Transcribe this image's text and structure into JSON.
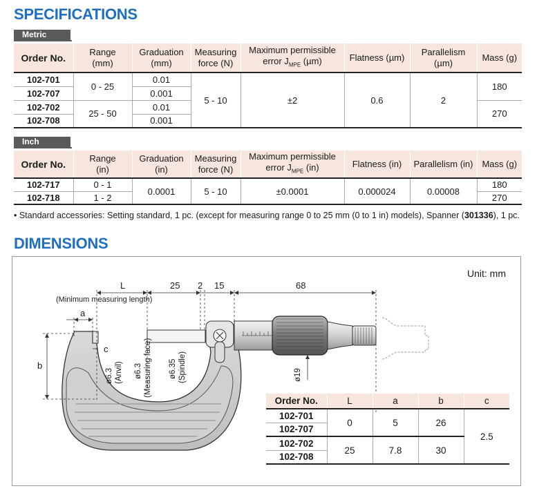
{
  "specifications": {
    "heading": "SPECIFICATIONS",
    "metric": {
      "tab_label": "Metric",
      "headers": {
        "order_no": "Order No.",
        "range": [
          "Range",
          "(mm)"
        ],
        "graduation": [
          "Graduation",
          "(mm)"
        ],
        "force": [
          "Measuring",
          "force (N)"
        ],
        "mpe": [
          "Maximum permissible",
          "error J",
          "MPE",
          " (µm)"
        ],
        "flatness": "Flatness (µm)",
        "parallelism": "Parallelism (µm)",
        "mass": "Mass (g)"
      },
      "rows": [
        {
          "order": "102-701",
          "graduation": "0.01"
        },
        {
          "order": "102-707",
          "graduation": "0.001"
        },
        {
          "order": "102-702",
          "graduation": "0.01"
        },
        {
          "order": "102-708",
          "graduation": "0.001"
        }
      ],
      "range_values": [
        "0 - 25",
        "25 - 50"
      ],
      "force": "5 - 10",
      "mpe": "±2",
      "flatness": "0.6",
      "parallelism": "2",
      "mass_values": [
        "180",
        "270"
      ]
    },
    "inch": {
      "tab_label": "Inch",
      "headers": {
        "order_no": "Order No.",
        "range": [
          "Range",
          "(in)"
        ],
        "graduation": [
          "Graduation",
          "(in)"
        ],
        "force": [
          "Measuring",
          "force (N)"
        ],
        "mpe": [
          "Maximum permissible",
          "error J",
          "MPE",
          " (in)"
        ],
        "flatness": "Flatness (in)",
        "parallelism": "Parallelism (in)",
        "mass": "Mass (g)"
      },
      "rows": [
        {
          "order": "102-717",
          "range": "0 - 1",
          "mass": "180"
        },
        {
          "order": "102-718",
          "range": "1 - 2",
          "mass": "270"
        }
      ],
      "graduation": "0.0001",
      "force": "5 - 10",
      "mpe": "±0.0001",
      "flatness": "0.000024",
      "parallelism": "0.00008"
    },
    "note_prefix": "• Standard accessories: Setting standard, 1 pc. (except for measuring range 0 to 25 mm (0 to 1 in) models), Spanner (",
    "note_bold": "301336",
    "note_suffix": "), 1 pc."
  },
  "dimensions": {
    "heading": "DIMENSIONS",
    "unit": "Unit: mm",
    "labels": {
      "L": "L",
      "min_len": "(Minimum measuring length)",
      "d25": "25",
      "d2": "2",
      "d15": "15",
      "d68": "68",
      "a": "a",
      "b": "b",
      "c": "c",
      "phi63_anvil": "ø6.3",
      "anvil": "(Anvil)",
      "phi63_face": "ø6.3",
      "measuring_face": "(Measuring face)",
      "phi635": "ø6.35",
      "spindle": "(Spindle)",
      "phi19": "ø19"
    },
    "table": {
      "headers": [
        "Order No.",
        "L",
        "a",
        "b",
        "c"
      ],
      "orders": [
        "102-701",
        "102-707",
        "102-702",
        "102-708"
      ],
      "L": [
        "0",
        "25"
      ],
      "a": [
        "5",
        "7.8"
      ],
      "b": [
        "26",
        "30"
      ],
      "c": "2.5"
    }
  }
}
